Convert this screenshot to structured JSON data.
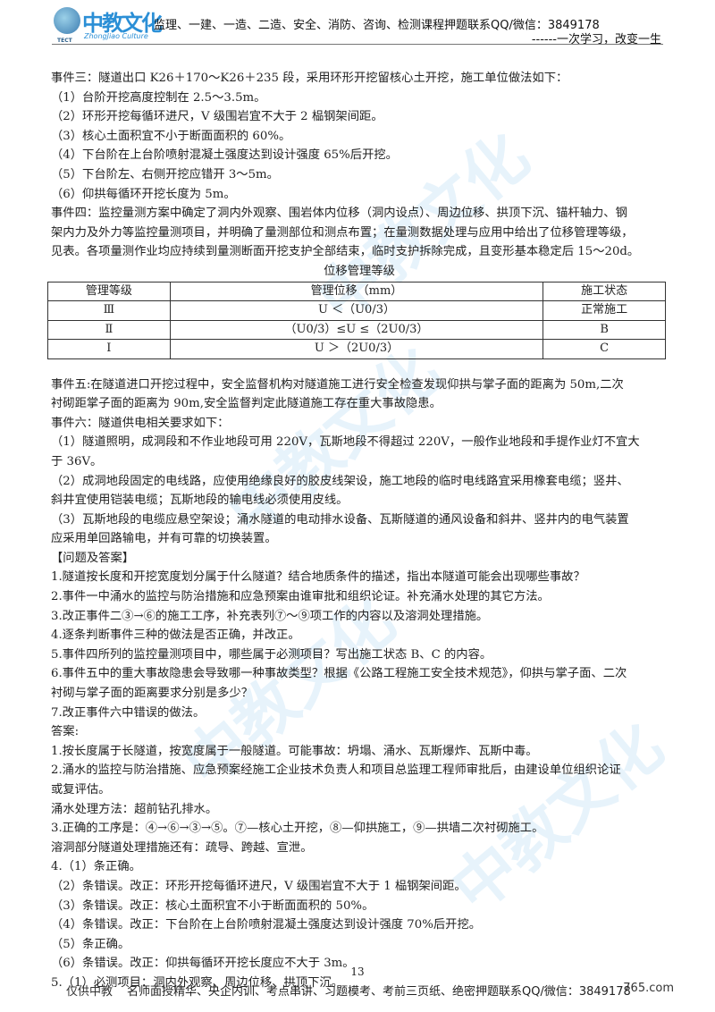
{
  "header": {
    "logo_text": "中教文化",
    "logo_en": "ZhongJiao Culture",
    "logo_badge": "TECT",
    "line1": "监理、一建、一造、二造、安全、消防、咨询、检测课程押题联系QQ/微信：3849178",
    "line2": "------一次学习，改变一生"
  },
  "event3": [
    "事件三：隧道出口 K26＋170～K26＋235 段，采用环形开挖留核心土开挖，施工单位做法如下：",
    "（1）台阶开挖高度控制在 2.5～3.5m。",
    "（2）环形开挖每循环进尺，V 级围岩宜不大于 2 榀钢架间距。",
    "（3）核心土面积宜不小于断面面积的 60%。",
    "（4）下台阶在上台阶喷射混凝土强度达到设计强度 65%后开挖。",
    "（5）下台阶左、右侧开挖应错开 3～5m。",
    "（6）仰拱每循环开挖长度为 5m。"
  ],
  "event4": [
    "事件四：监控量测方案中确定了洞内外观察、围岩体内位移（洞内设点）、周边位移、拱顶下沉、锚杆轴力、钢",
    "架内力及外力等监控量测项目，并明确了量测部位和测点布置；在量测数据处理与应用中给出了位移管理等级，",
    "见表。各项量测作业均应持续到量测断面开挖支护全部结束，临时支护拆除完成，且变形基本稳定后 15～20d。"
  ],
  "table": {
    "title": "位移管理等级",
    "headers": [
      "管理等级",
      "管理位移（mm）",
      "施工状态"
    ],
    "rows": [
      [
        "Ⅲ",
        "U ＜（U0/3）",
        "正常施工"
      ],
      [
        "Ⅱ",
        "（U0/3）≤U ≤（2U0/3）",
        "B"
      ],
      [
        "Ⅰ",
        "U ＞（2U0/3）",
        "C"
      ]
    ]
  },
  "event5": [
    "事件五:在隧道进口开挖过程中，安全监督机构对隧道施工进行安全检查发现仰拱与掌子面的距离为 50m,二次",
    "衬砌距掌子面的距离为 90m,安全监督判定此隧道施工存在重大事故隐患。"
  ],
  "event6": [
    "事件六：隧道供电相关要求如下：",
    "（1）隧道照明，成洞段和不作业地段可用 220V，瓦斯地段不得超过 220V，一般作业地段和手提作业灯不宜大",
    "于 36V。",
    "（2）成洞地段固定的电线路，应使用绝缘良好的胶皮线架设，施工地段的临时电线路宜采用橡套电缆；竖井、",
    "斜井宜使用铠装电缆；瓦斯地段的输电线必须使用皮线。",
    "（3）瓦斯地段的电缆应悬空架设；涌水隧道的电动排水设备、瓦斯隧道的通风设备和斜井、竖井内的电气装置",
    "应采用单回路输电，并有可靠的切换装置。"
  ],
  "questions": [
    "【问题及答案】",
    "1.隧道按长度和开挖宽度划分属于什么隧道？结合地质条件的描述，指出本隧道可能会出现哪些事故？",
    "2.事件一中涌水的监控与防治措施和应急预案由谁审批和组织论证。补充涌水处理的其它方法。",
    "3.改正事件二③→⑥的施工工序，补充表列⑦～⑨项工作的内容以及溶洞处理措施。",
    "4.逐条判断事件三种的做法是否正确，并改正。",
    "5.事件四所列的监控量测项目中，哪些属于必测项目？写出施工状态 B、C 的内容。",
    "6.事件五中的重大事故隐患会导致哪一种事故类型？根据《公路工程施工安全技术规范》，仰拱与掌子面、二次",
    "衬砌与掌子面的距离要求分别是多少？",
    "7.改正事件六中错误的做法。"
  ],
  "answers": [
    "答案:",
    "1.按长度属于长隧道，按宽度属于一般隧道。可能事故：坍塌、涌水、瓦斯爆炸、瓦斯中毒。",
    "2.涌水的监控与防治措施、应急预案经施工企业技术负责人和项目总监理工程师审批后，由建设单位组织论证",
    "或复评估。",
    "涌水处理方法：超前钻孔排水。",
    "3.正确的工序是：④→⑥→③→⑤。⑦—核心土开挖，⑧—仰拱施工，⑨—拱墙二次衬砌施工。",
    "溶洞部分隧道处理措施还有：疏导、跨越、宣泄。",
    "4.（1）条正确。",
    "（2）条错误。改正：环形开挖每循环进尺，V 级围岩宜不大于 1 榀钢架间距。",
    "（3）条错误。改正：核心土面积宜不小于断面面积的 50%。",
    "（4）条错误。改正：下台阶在上台阶喷射混凝土强度达到设计强度 70%后开挖。",
    "（5）条正确。",
    "（6）条错误。改正：仰拱每循环开挖长度应不大于 3m。",
    "5.（1）必测项目：洞内外观察、周边位移、拱顶下沉。"
  ],
  "page_number": "13",
  "footer": {
    "front": "名师面授精华、央企内训、考点串讲、习题模考、考前三页纸、绝密押题联系QQ/微信：3849178",
    "back_left": "仅供中教",
    "back_right": "765.com"
  },
  "watermark": "中教文化"
}
